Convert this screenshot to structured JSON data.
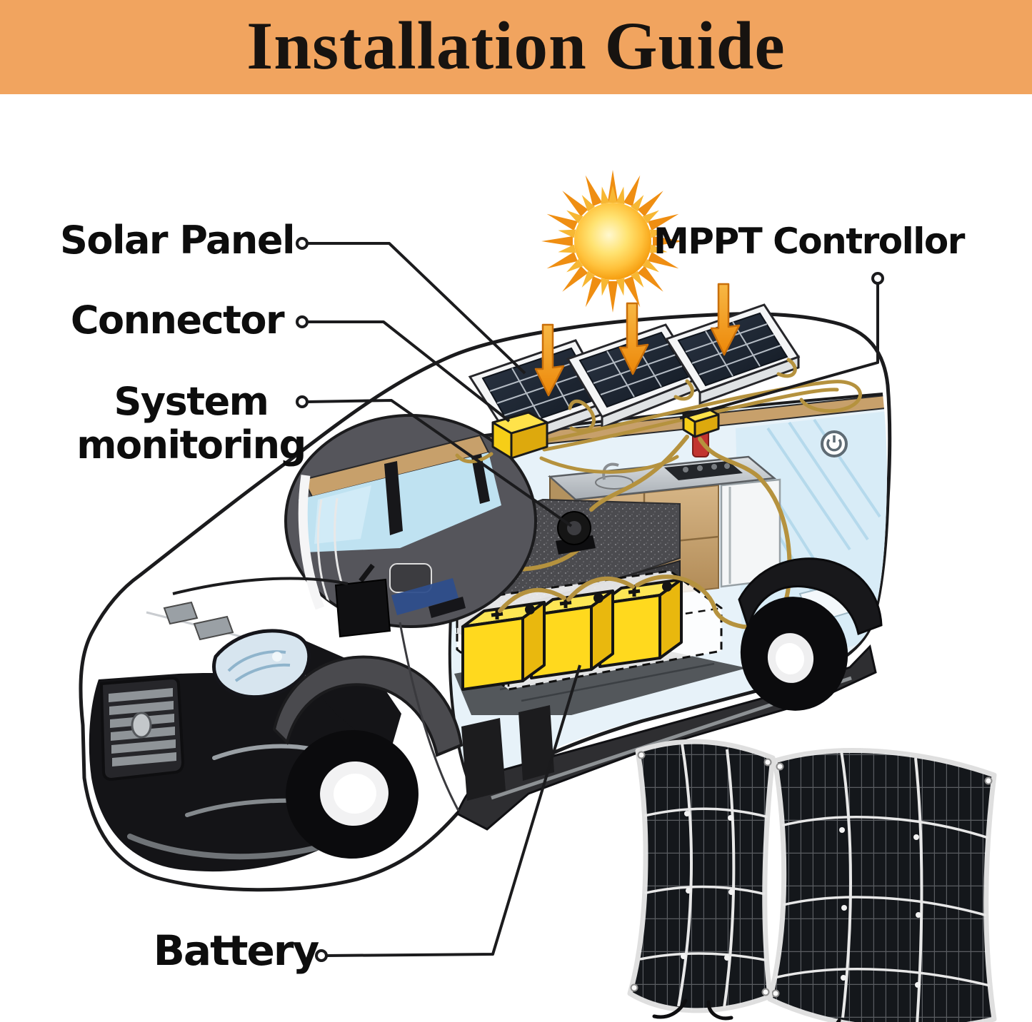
{
  "header": {
    "title": "Installation Guide",
    "bg_color": "#F1A45F",
    "text_color": "#171310"
  },
  "labels": {
    "solar_panel": "Solar Panel",
    "connector": "Connector",
    "system_monitoring": "System monitoring",
    "mppt_controller": "MPPT Controllor",
    "battery": "Battery"
  },
  "icons": {
    "sun": "sun-icon",
    "power_button": "power-icon"
  },
  "colors": {
    "header_bg": "#F1A45F",
    "sun_core": "#FFD23E",
    "arrow_orange": "#F59C1E",
    "connector_yellow": "#F6CE17",
    "battery_yellow": "#FFD91E",
    "wire_gold": "#B5923E",
    "window_blue": "#BFE2F1",
    "panel_cell_dark": "#1A2230",
    "label_text": "#0D0D0D"
  }
}
